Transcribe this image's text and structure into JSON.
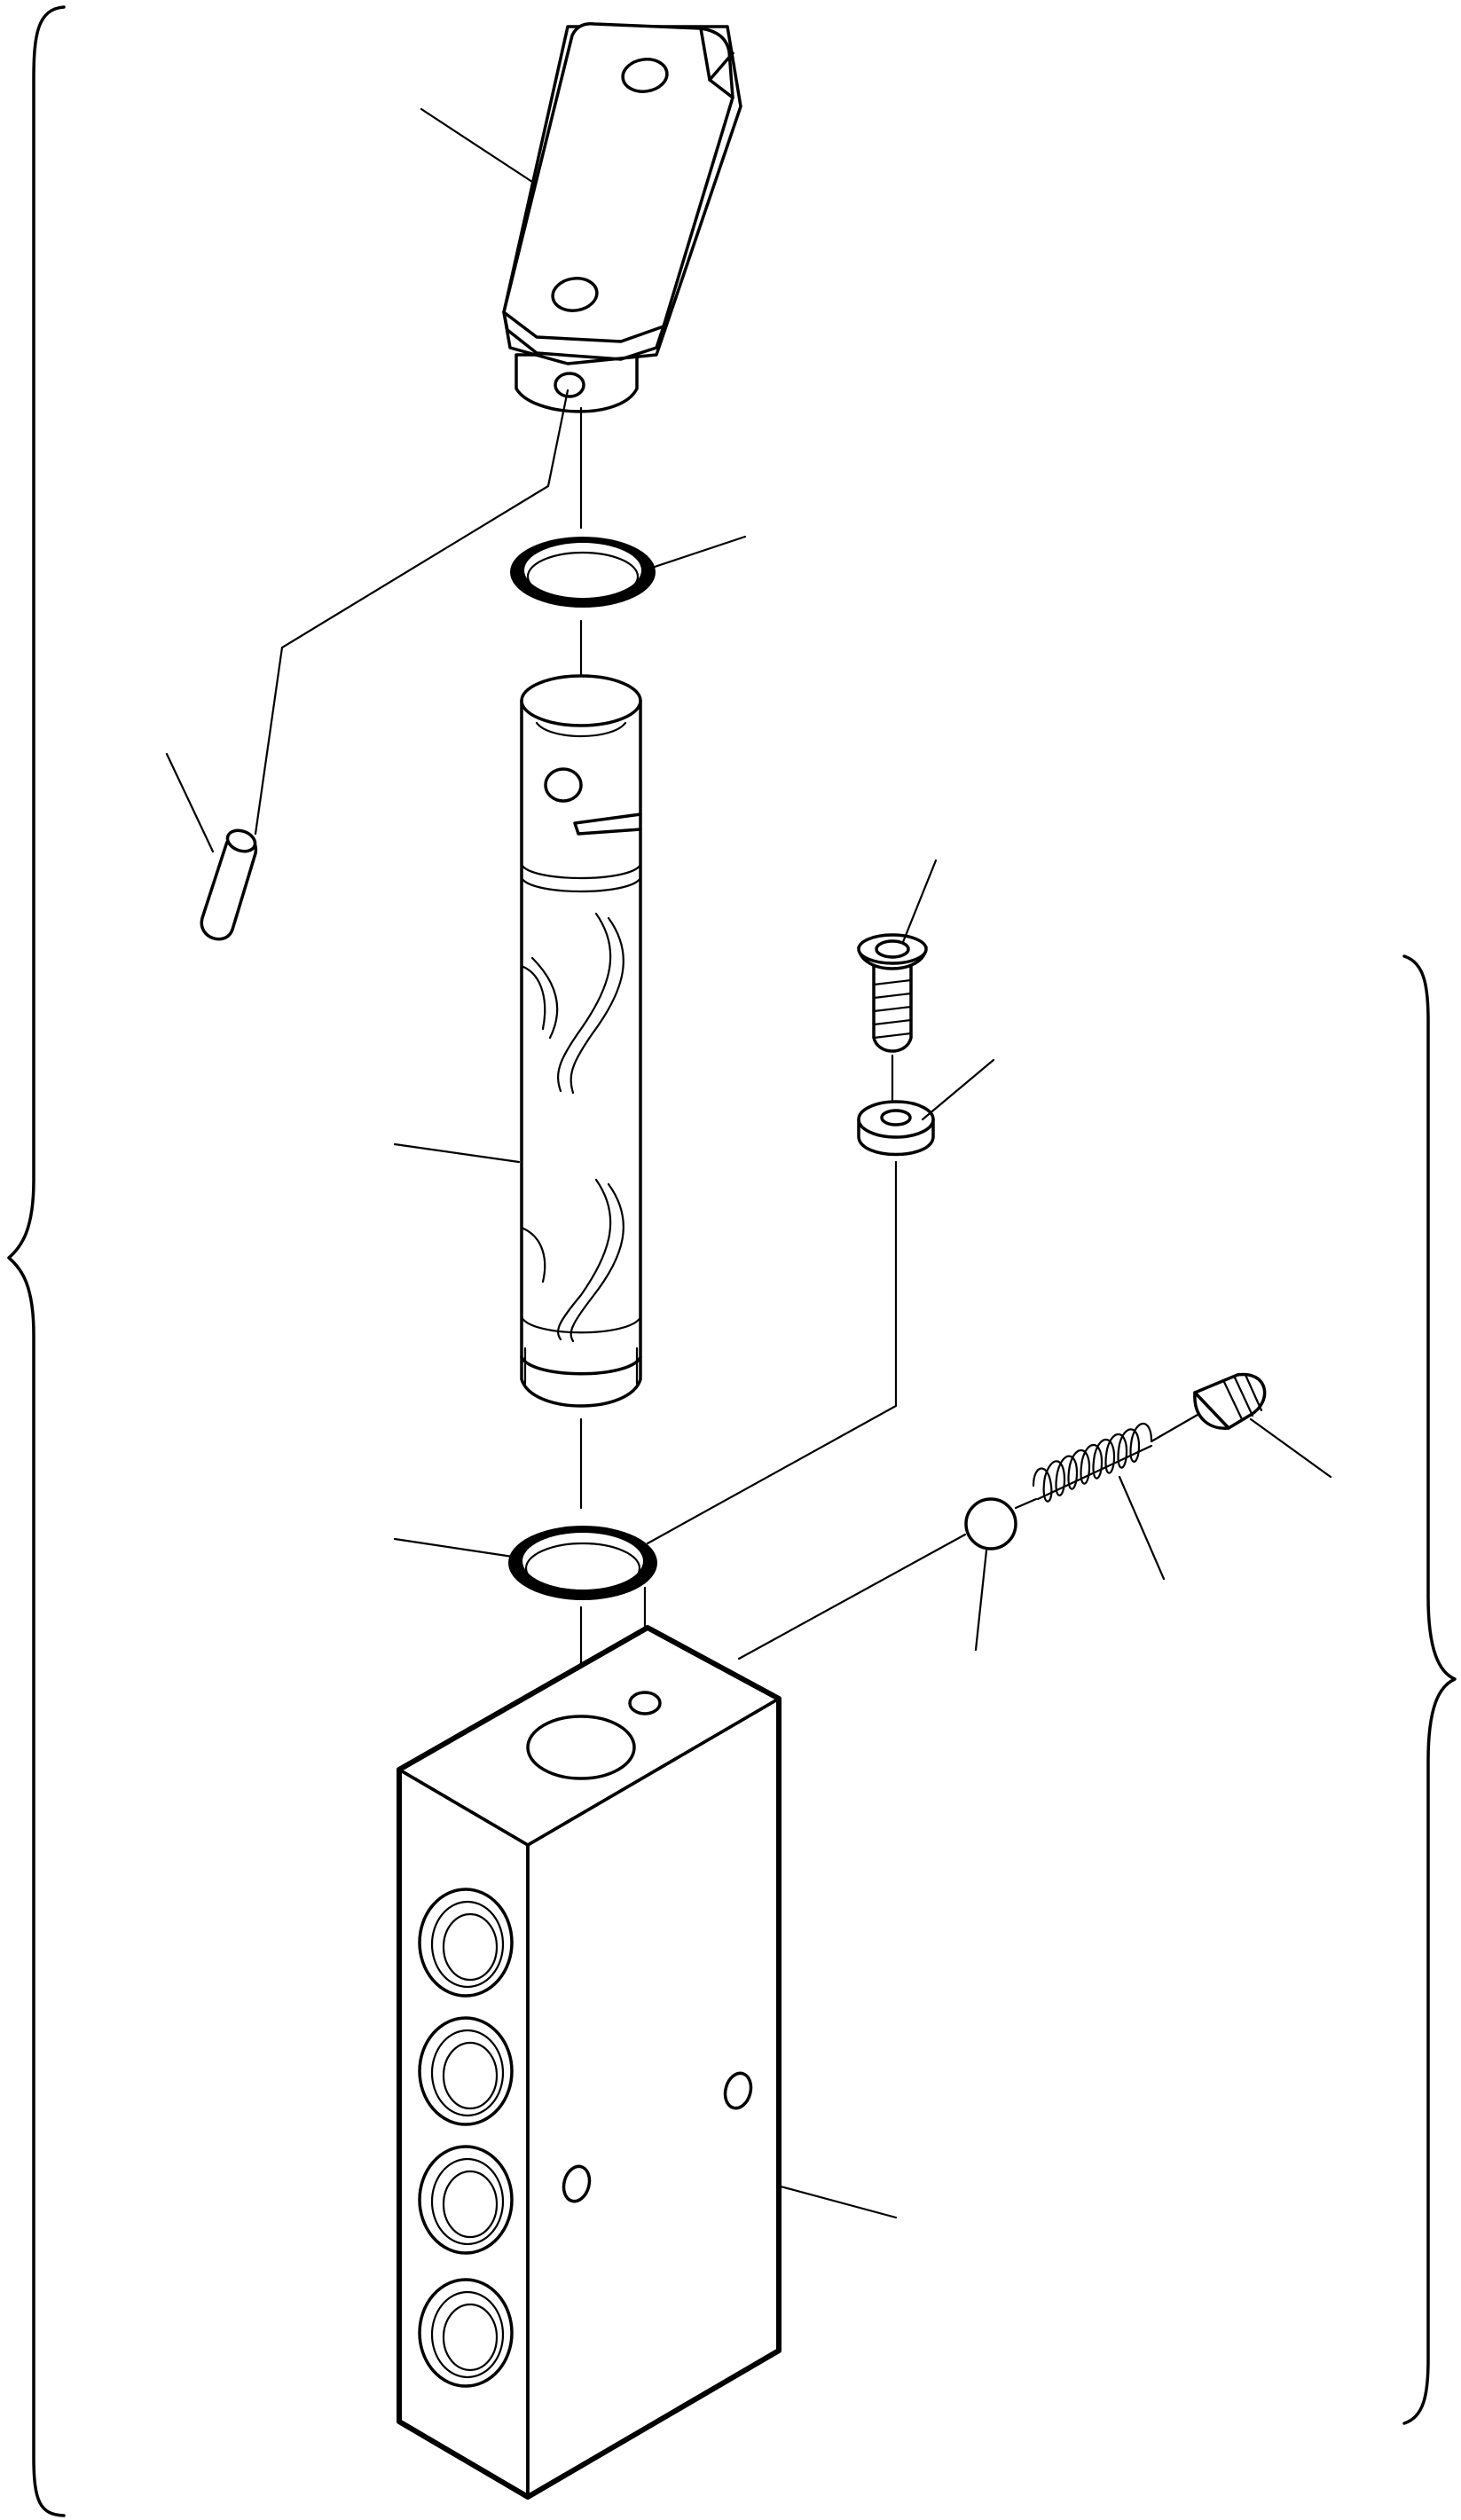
{
  "diagram": {
    "parts": [
      {
        "id": "lever-arm",
        "kind": "operating lever"
      },
      {
        "id": "upper-seal-ring",
        "kind": "seal ring"
      },
      {
        "id": "roll-pin",
        "kind": "pin"
      },
      {
        "id": "spool-shaft",
        "kind": "spool"
      },
      {
        "id": "retaining-screw",
        "kind": "screw"
      },
      {
        "id": "washer",
        "kind": "washer"
      },
      {
        "id": "lower-seal-ring",
        "kind": "seal ring"
      },
      {
        "id": "detent-ball",
        "kind": "ball"
      },
      {
        "id": "detent-spring",
        "kind": "spring"
      },
      {
        "id": "detent-plug",
        "kind": "plug"
      },
      {
        "id": "valve-body",
        "kind": "valve body"
      }
    ],
    "brackets": [
      "left-group-brace",
      "right-group-brace"
    ],
    "line_color": "#000000",
    "background": "#ffffff"
  }
}
